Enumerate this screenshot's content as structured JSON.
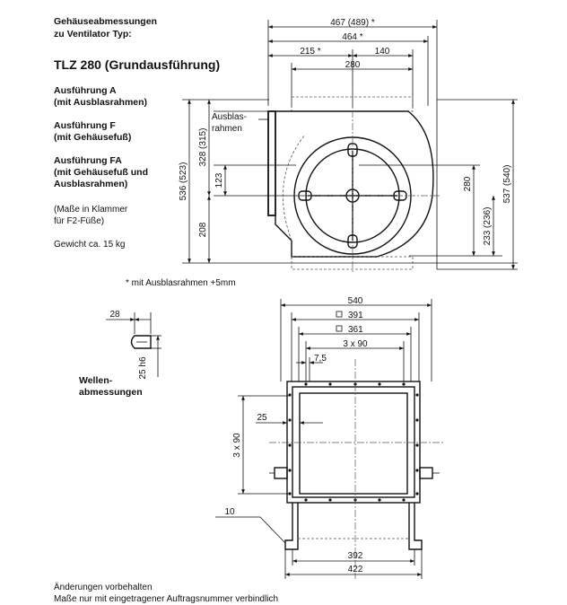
{
  "header": {
    "line1": "Gehäuseabmessungen",
    "line2": "zu Ventilator Typ:",
    "model": "TLZ 280 (Grundausführung)"
  },
  "variants": [
    {
      "name": "Ausführung A",
      "detail": "(mit Ausblasrahmen)"
    },
    {
      "name": "Ausführung F",
      "detail": "(mit Gehäusefuß)"
    },
    {
      "name": "Ausführung FA",
      "detail": "(mit Gehäusefuß und",
      "detail2": "Ausblasrahmen)"
    }
  ],
  "note_brackets": {
    "line1": "(Maße in Klammer",
    "line2": "für F2-Füße)"
  },
  "weight": "Gewicht ca. 15 kg",
  "footnote": "* mit Ausblasrahmen +5mm",
  "callout_ausblas": {
    "line1": "Ausblas-",
    "line2": "rahmen"
  },
  "shaft_label": {
    "line1": "Wellen-",
    "line2": "abmessungen"
  },
  "footer": {
    "line1": "Änderungen vorbehalten",
    "line2": "Maße nur mit eingetragener Auftragsnummer verbindlich"
  },
  "dimensions": {
    "side_top_total": "467 (489) *",
    "side_top_464": "464 *",
    "side_top_215": "215 *",
    "side_top_140": "140",
    "side_top_280": "280",
    "side_left_536": "536 (523)",
    "side_left_328": "328 (315)",
    "side_left_123": "123",
    "side_left_208": "208",
    "side_right_280": "280",
    "side_right_233": "233 (236)",
    "side_right_537": "537 (540)",
    "front_540": "540",
    "front_391": "391",
    "front_361": "361",
    "front_3x90_top": "3 x 90",
    "front_7_5": "7,5",
    "front_25": "25",
    "front_3x90_left": "3 x 90",
    "front_10": "10",
    "front_392": "392",
    "front_422": "422",
    "shaft_28": "28",
    "shaft_25h6": "25 h6"
  }
}
